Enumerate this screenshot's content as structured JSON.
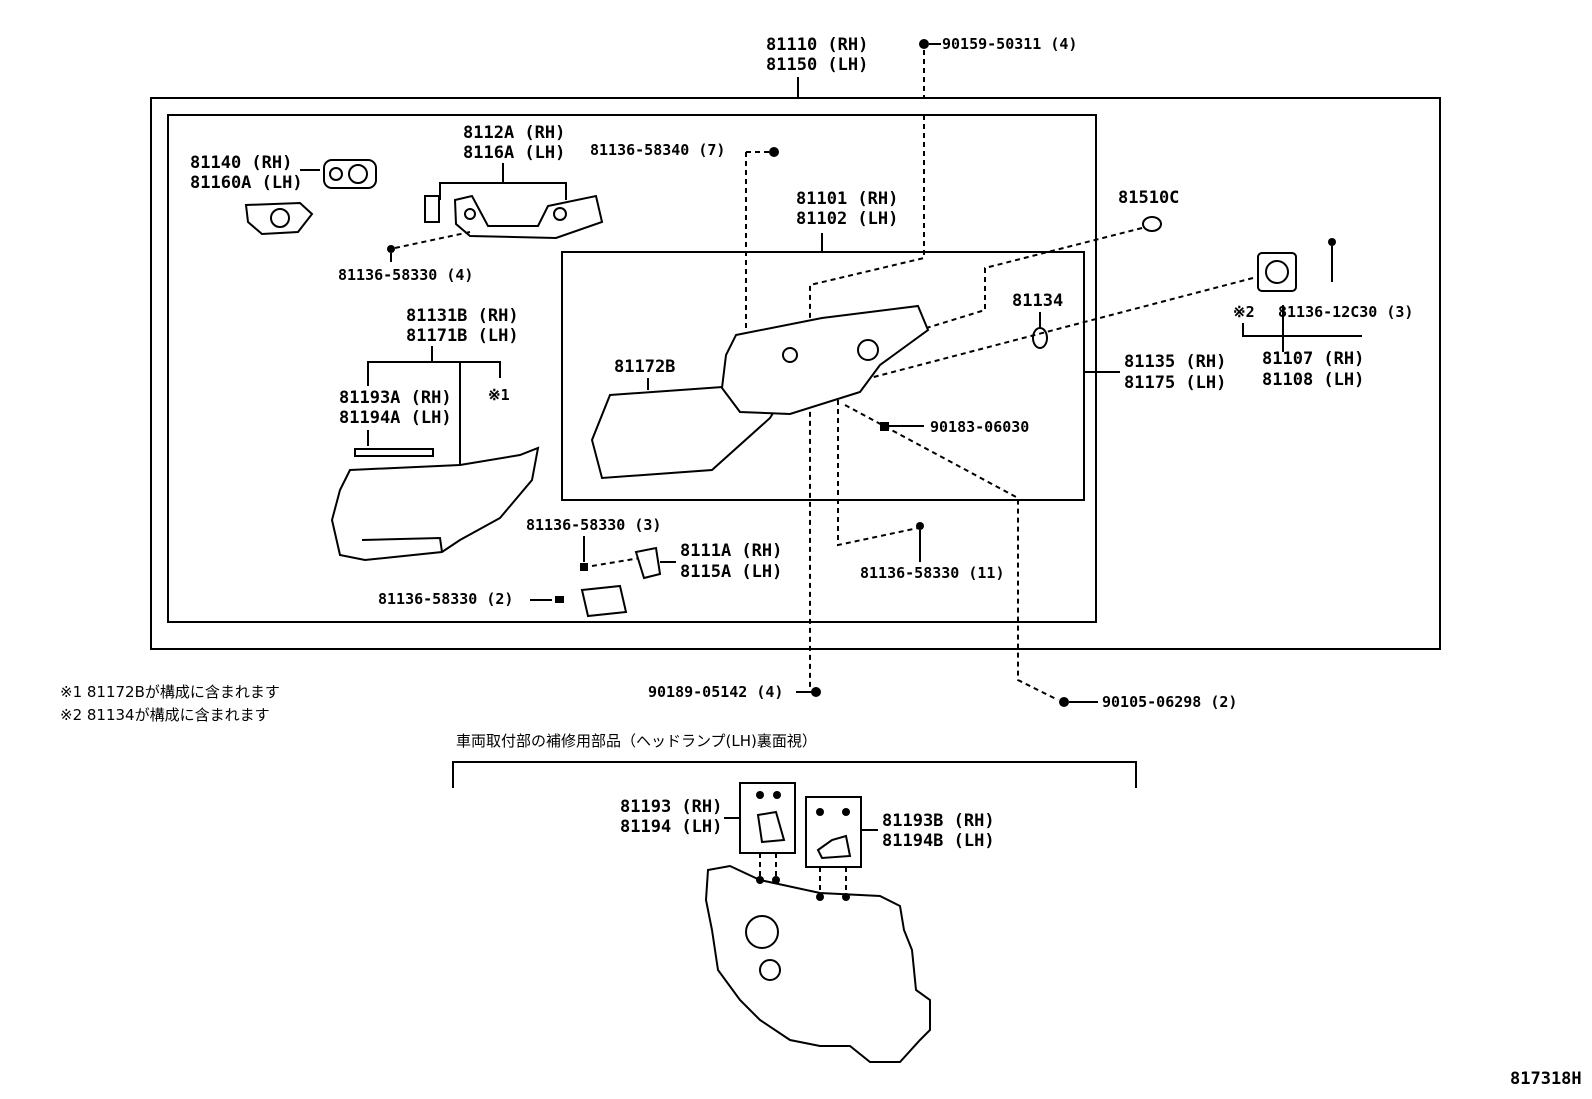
{
  "diagram": {
    "labels": {
      "assy_rh": "81110 (RH)",
      "assy_lh": "81150 (LH)",
      "screw_top": "90159-50311 (4)",
      "bracket_rh": "8112A (RH)",
      "bracket_lh": "8116A (LH)",
      "unit_rh": "81140 (RH)",
      "unit_lh": "81160A (LH)",
      "screw_7": "81136-58340 (7)",
      "housing_rh": "81101 (RH)",
      "housing_lh": "81102 (LH)",
      "cap": "81510C",
      "screw_4": "81136-58330 (4)",
      "oring": "81134",
      "screw_3b": "81136-12C30 (3)",
      "note2_mark": "※2",
      "lens_rh": "81131B (RH)",
      "lens_lh": "81171B (LH)",
      "gasket": "81172B",
      "sub_rh": "81135 (RH)",
      "sub_lh": "81175 (LH)",
      "ballast_rh": "81107 (RH)",
      "ballast_lh": "81108 (LH)",
      "trim_rh": "81193A (RH)",
      "trim_lh": "81194A (LH)",
      "note1_mark": "※1",
      "nut": "90183-06030",
      "screw_3": "81136-58330 (3)",
      "cover_rh": "8111A (RH)",
      "cover_lh": "8115A (LH)",
      "screw_11": "81136-58330 (11)",
      "screw_2": "81136-58330 (2)",
      "bolt_bottom": "90189-05142 (4)",
      "bolt_right": "90105-06298 (2)",
      "repair_a_rh": "81193 (RH)",
      "repair_a_lh": "81194 (LH)",
      "repair_b_rh": "81193B (RH)",
      "repair_b_lh": "81194B (LH)"
    },
    "notes": {
      "note1": "※1 81172Bが構成に含まれます",
      "note2": "※2 81134が構成に含まれます",
      "repair_title": "車両取付部の補修用部品（ヘッドランプ(LH)裏面視）"
    },
    "figure_code": "817318H"
  }
}
